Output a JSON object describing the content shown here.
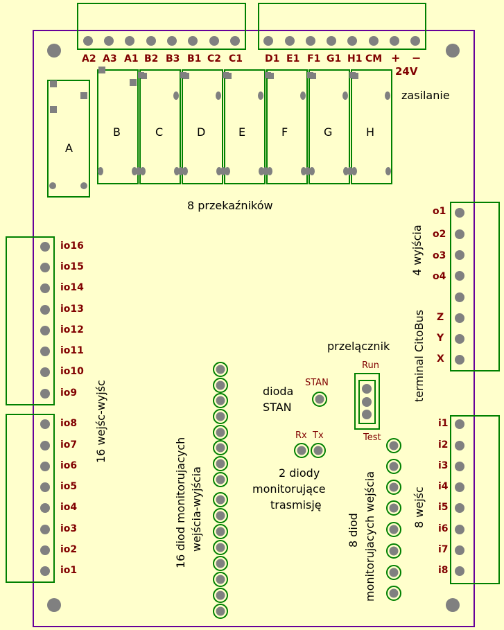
{
  "colors": {
    "background": "#FFFFCC",
    "outline": "#660099",
    "frame": "#008000",
    "pad": "#808080",
    "pin_label": "#800000"
  },
  "relay_terminals": [
    "A2",
    "A3",
    "A1",
    "B2",
    "B3",
    "B1",
    "C2",
    "C1",
    "D1",
    "E1",
    "F1",
    "G1",
    "H1",
    "CM",
    "+",
    "−"
  ],
  "supply": {
    "voltage": "24V",
    "label": "zasilanie"
  },
  "relays": {
    "names": [
      "A",
      "B",
      "C",
      "D",
      "E",
      "F",
      "G",
      "H"
    ],
    "caption": "8 przekaźników"
  },
  "io_pins": [
    "io16",
    "io15",
    "io14",
    "io13",
    "io12",
    "io11",
    "io10",
    "io9",
    "io8",
    "io7",
    "io6",
    "io5",
    "io4",
    "io3",
    "io2",
    "io1"
  ],
  "io_caption": "16 wejśc-wyjśc",
  "io_leds_caption": [
    "16 diod monitorujacych",
    "wejścia-wyjścia"
  ],
  "outputs": {
    "pins": [
      "o1",
      "o2",
      "o3",
      "o4"
    ],
    "caption": "4 wyjścia"
  },
  "bus": {
    "pins": [
      "Z",
      "Y",
      "X"
    ],
    "caption": "terminal CitoBus"
  },
  "inputs": {
    "pins": [
      "i1",
      "i2",
      "i3",
      "i4",
      "i5",
      "i6",
      "i7",
      "i8"
    ],
    "caption": "8 wejśc",
    "leds_caption": [
      "8 diod",
      "monitorujacych wejścia"
    ]
  },
  "switch": {
    "caption": "przelącznik",
    "run": "Run",
    "test": "Test"
  },
  "stan_led": {
    "tag": "STAN",
    "caption": [
      "dioda",
      "STAN"
    ]
  },
  "comm_leds": {
    "rx": "Rx",
    "tx": "Tx",
    "caption": [
      "2 diody",
      "monitorujące",
      "trasmisję"
    ]
  }
}
